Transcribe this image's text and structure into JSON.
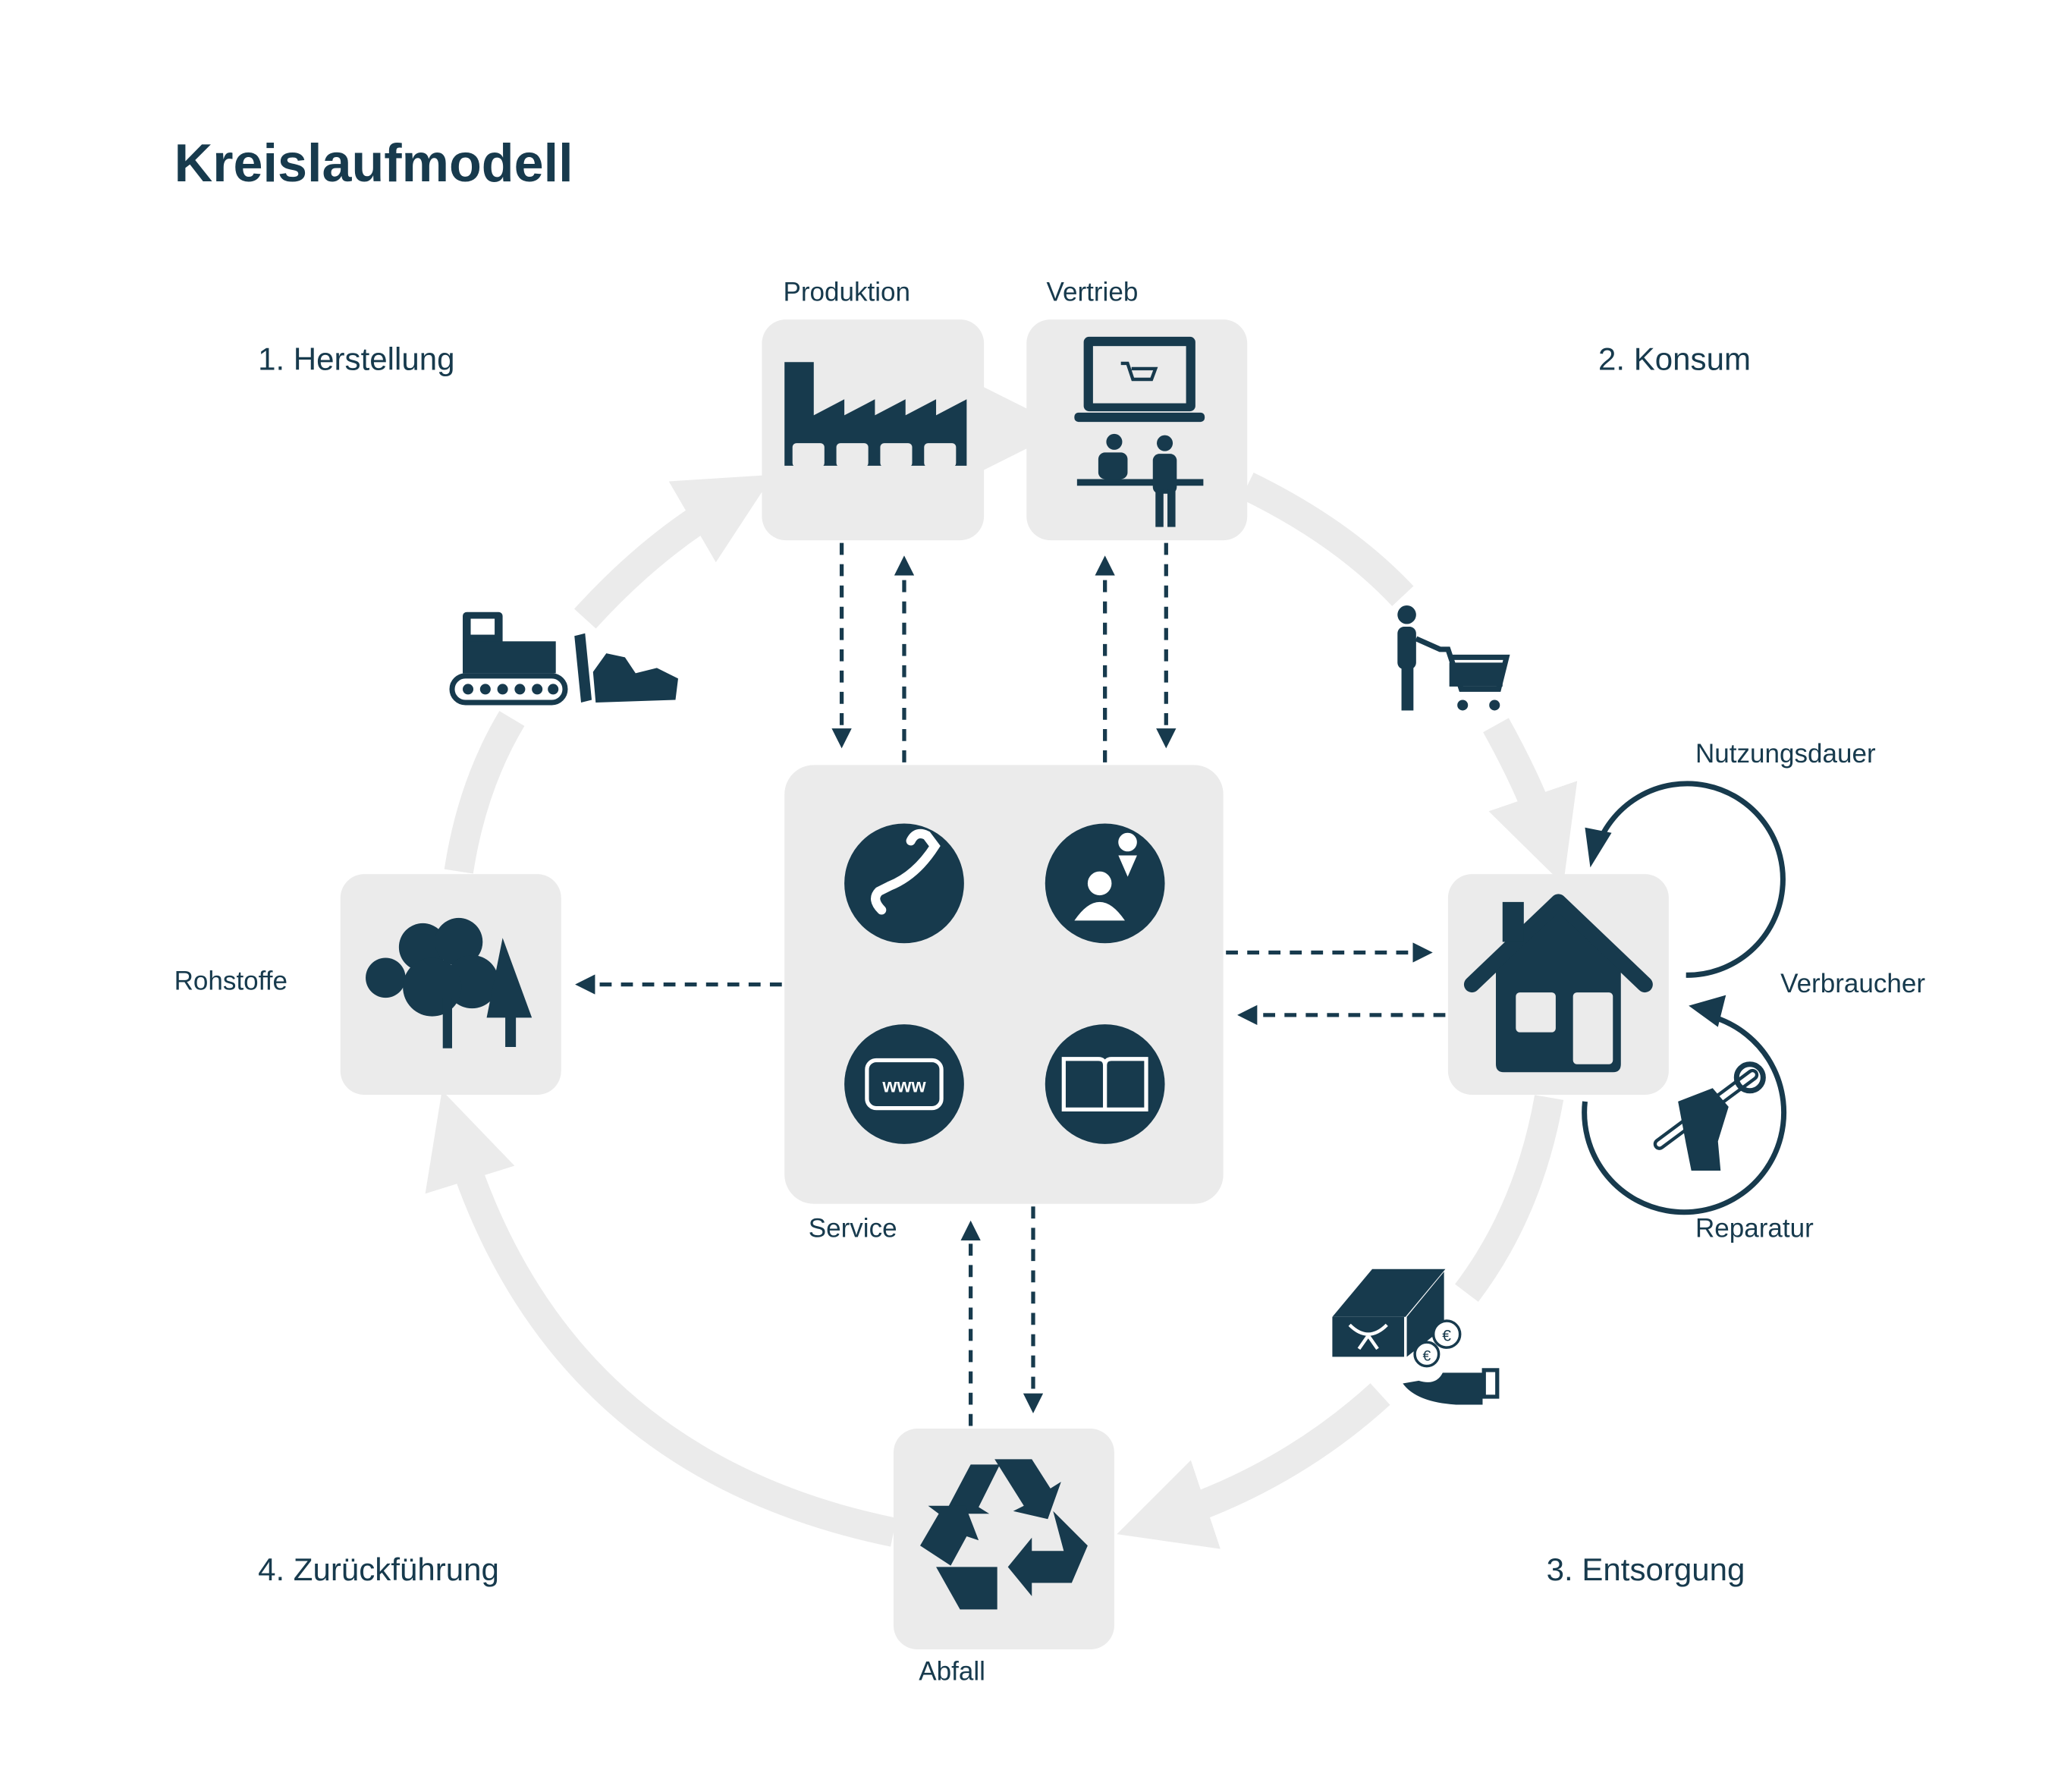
{
  "title": "Kreislaufmodell",
  "phases": {
    "herstellung": "1. Herstellung",
    "konsum": "2. Konsum",
    "entsorgung": "3. Entsorgung",
    "zurueckfuehrung": "4. Zurückführung"
  },
  "nodes": {
    "produktion": "Produktion",
    "vertrieb": "Vertrieb",
    "rohstoffe": "Rohstoffe",
    "service": "Service",
    "verbraucher": "Verbraucher",
    "abfall": "Abfall",
    "nutzungsdauer": "Nutzungsdauer",
    "reparatur": "Reparatur"
  },
  "icon_text": {
    "www": "www",
    "euro": "€"
  },
  "colors": {
    "primary": "#173a4d",
    "box": "#ebebeb"
  }
}
